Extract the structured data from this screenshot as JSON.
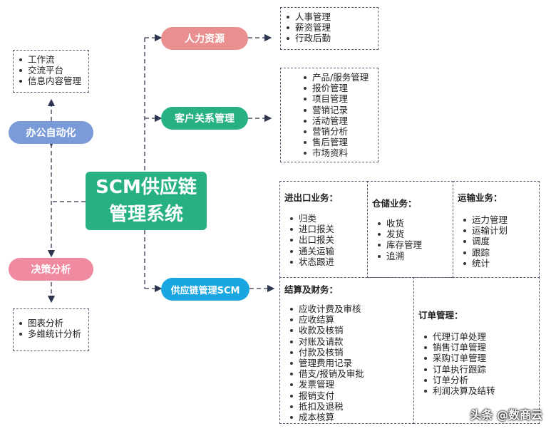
{
  "center": {
    "line1": "SCM供应链",
    "line2": "管理系统"
  },
  "nodes": {
    "hr": "人力资源",
    "crm": "客户关系管理",
    "scm": "供应链管理SCM",
    "oa": "办公自动化",
    "decision": "决策分析"
  },
  "colors": {
    "hr": "#ea8f8f",
    "crm": "#27b083",
    "scm": "#1aa6e0",
    "oa": "#7a9ad8",
    "decision": "#f08aa0",
    "center": "#27b083"
  },
  "lists": {
    "hr": [
      "人事管理",
      "薪资管理",
      "行政后勤"
    ],
    "crm": [
      "产品/服务管理",
      "报价管理",
      "项目管理",
      "营销记录",
      "活动管理",
      "营销分析",
      "售后管理",
      "市场资料"
    ],
    "oa": [
      "工作流",
      "交流平台",
      "信息内容管理"
    ],
    "decision": [
      "图表分析",
      "多维统计分析"
    ]
  },
  "scm_sections": {
    "import_export": {
      "title": "进出口业务：",
      "items": [
        "归类",
        "进口报关",
        "出口报关",
        "通关运输",
        "状态跟进"
      ]
    },
    "warehouse": {
      "title": "仓储业务：",
      "items": [
        "收货",
        "发货",
        "库存管理",
        "追溯"
      ]
    },
    "transport": {
      "title": "运输业务：",
      "items": [
        "运力管理",
        "运输计划",
        "调度",
        "跟踪",
        "统计"
      ]
    },
    "finance": {
      "title": "结算及财务：",
      "items": [
        "应收计费及审核",
        "应收结算",
        "收款及核销",
        "对账及请款",
        "付款及核销",
        "管理费用记录",
        "借支/报销及审批",
        "发票管理",
        "报销支付",
        "抵扣及退税",
        "成本核算"
      ]
    },
    "orders": {
      "title": "订单管理：",
      "items": [
        "代理订单处理",
        "销售订单管理",
        "采购订单管理",
        "订单执行跟踪",
        "订单分析",
        "利润决算及结转"
      ]
    }
  },
  "watermark": "头条 @数商云"
}
